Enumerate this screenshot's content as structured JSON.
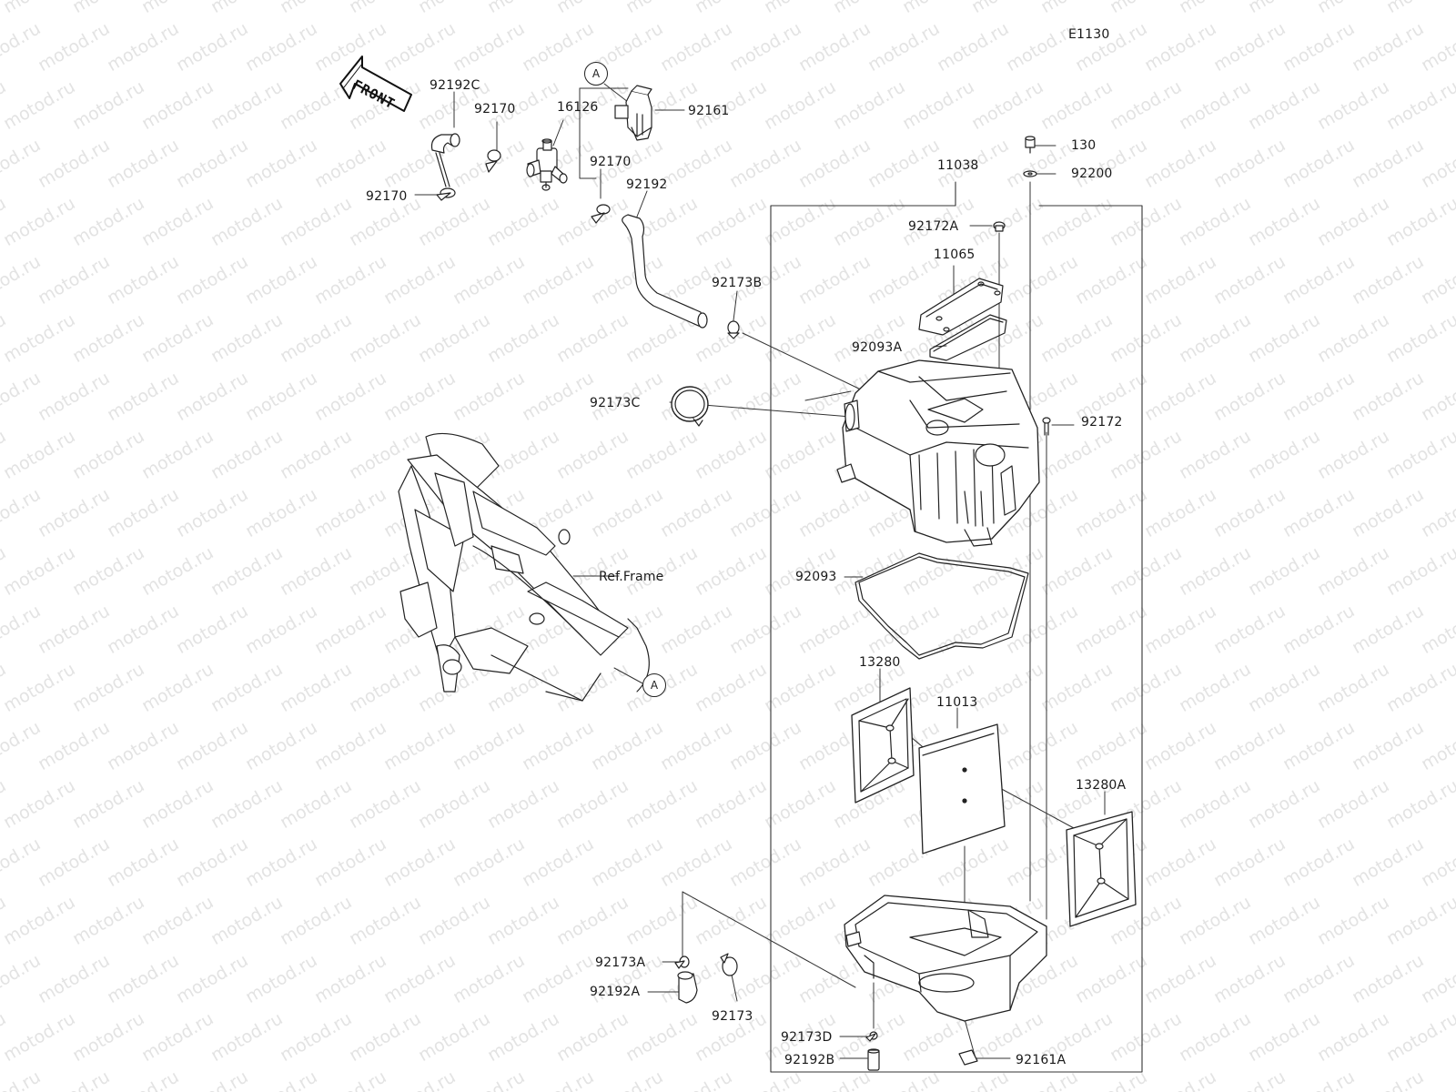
{
  "diagram": {
    "code": "E1130",
    "front_label": "FRONT",
    "ref_frame": "Ref.Frame",
    "callout_letter": "A",
    "watermark": "motod.ru",
    "parts": [
      {
        "id": "p92192C",
        "text": "92192C"
      },
      {
        "id": "p92170a",
        "text": "92170"
      },
      {
        "id": "p16126",
        "text": "16126"
      },
      {
        "id": "p92161",
        "text": "92161"
      },
      {
        "id": "p92170b",
        "text": "92170"
      },
      {
        "id": "p92170c",
        "text": "92170"
      },
      {
        "id": "p92192",
        "text": "92192"
      },
      {
        "id": "p92173B",
        "text": "92173B"
      },
      {
        "id": "p92173C",
        "text": "92173C"
      },
      {
        "id": "p130",
        "text": "130"
      },
      {
        "id": "p92200",
        "text": "92200"
      },
      {
        "id": "p11038",
        "text": "11038"
      },
      {
        "id": "p92172A",
        "text": "92172A"
      },
      {
        "id": "p11065",
        "text": "11065"
      },
      {
        "id": "p92093A",
        "text": "92093A"
      },
      {
        "id": "p92172",
        "text": "92172"
      },
      {
        "id": "p92093",
        "text": "92093"
      },
      {
        "id": "p13280",
        "text": "13280"
      },
      {
        "id": "p11013",
        "text": "11013"
      },
      {
        "id": "p13280A",
        "text": "13280A"
      },
      {
        "id": "p92173A",
        "text": "92173A"
      },
      {
        "id": "p92192A",
        "text": "92192A"
      },
      {
        "id": "p92173",
        "text": "92173"
      },
      {
        "id": "p92173D",
        "text": "92173D"
      },
      {
        "id": "p92192B",
        "text": "92192B"
      },
      {
        "id": "p92161A",
        "text": "92161A"
      }
    ]
  }
}
